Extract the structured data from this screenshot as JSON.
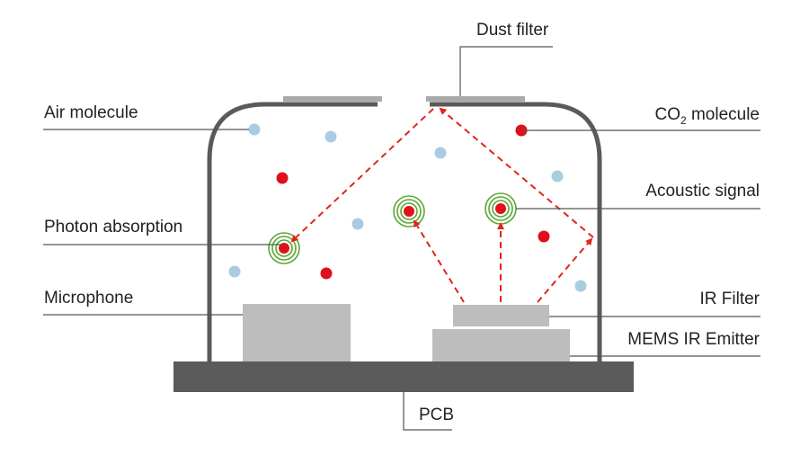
{
  "labels": {
    "dust_filter": "Dust filter",
    "air_molecule": "Air molecule",
    "co2_prefix": "CO",
    "co2_subscript": "2",
    "co2_suffix": " molecule",
    "acoustic_signal": "Acoustic signal",
    "photon_absorption": "Photon absorption",
    "microphone": "Microphone",
    "ir_filter": "IR Filter",
    "mems_ir_emitter": "MEMS IR Emitter",
    "pcb": "PCB"
  },
  "colors": {
    "housing": "#5a5a5a",
    "pcb": "#5b5b5b",
    "component": "#bdbdbd",
    "air_molecule": "#a9cce0",
    "co2_molecule": "#e0101b",
    "ray": "#e0251b",
    "ring": "#5aa832"
  }
}
